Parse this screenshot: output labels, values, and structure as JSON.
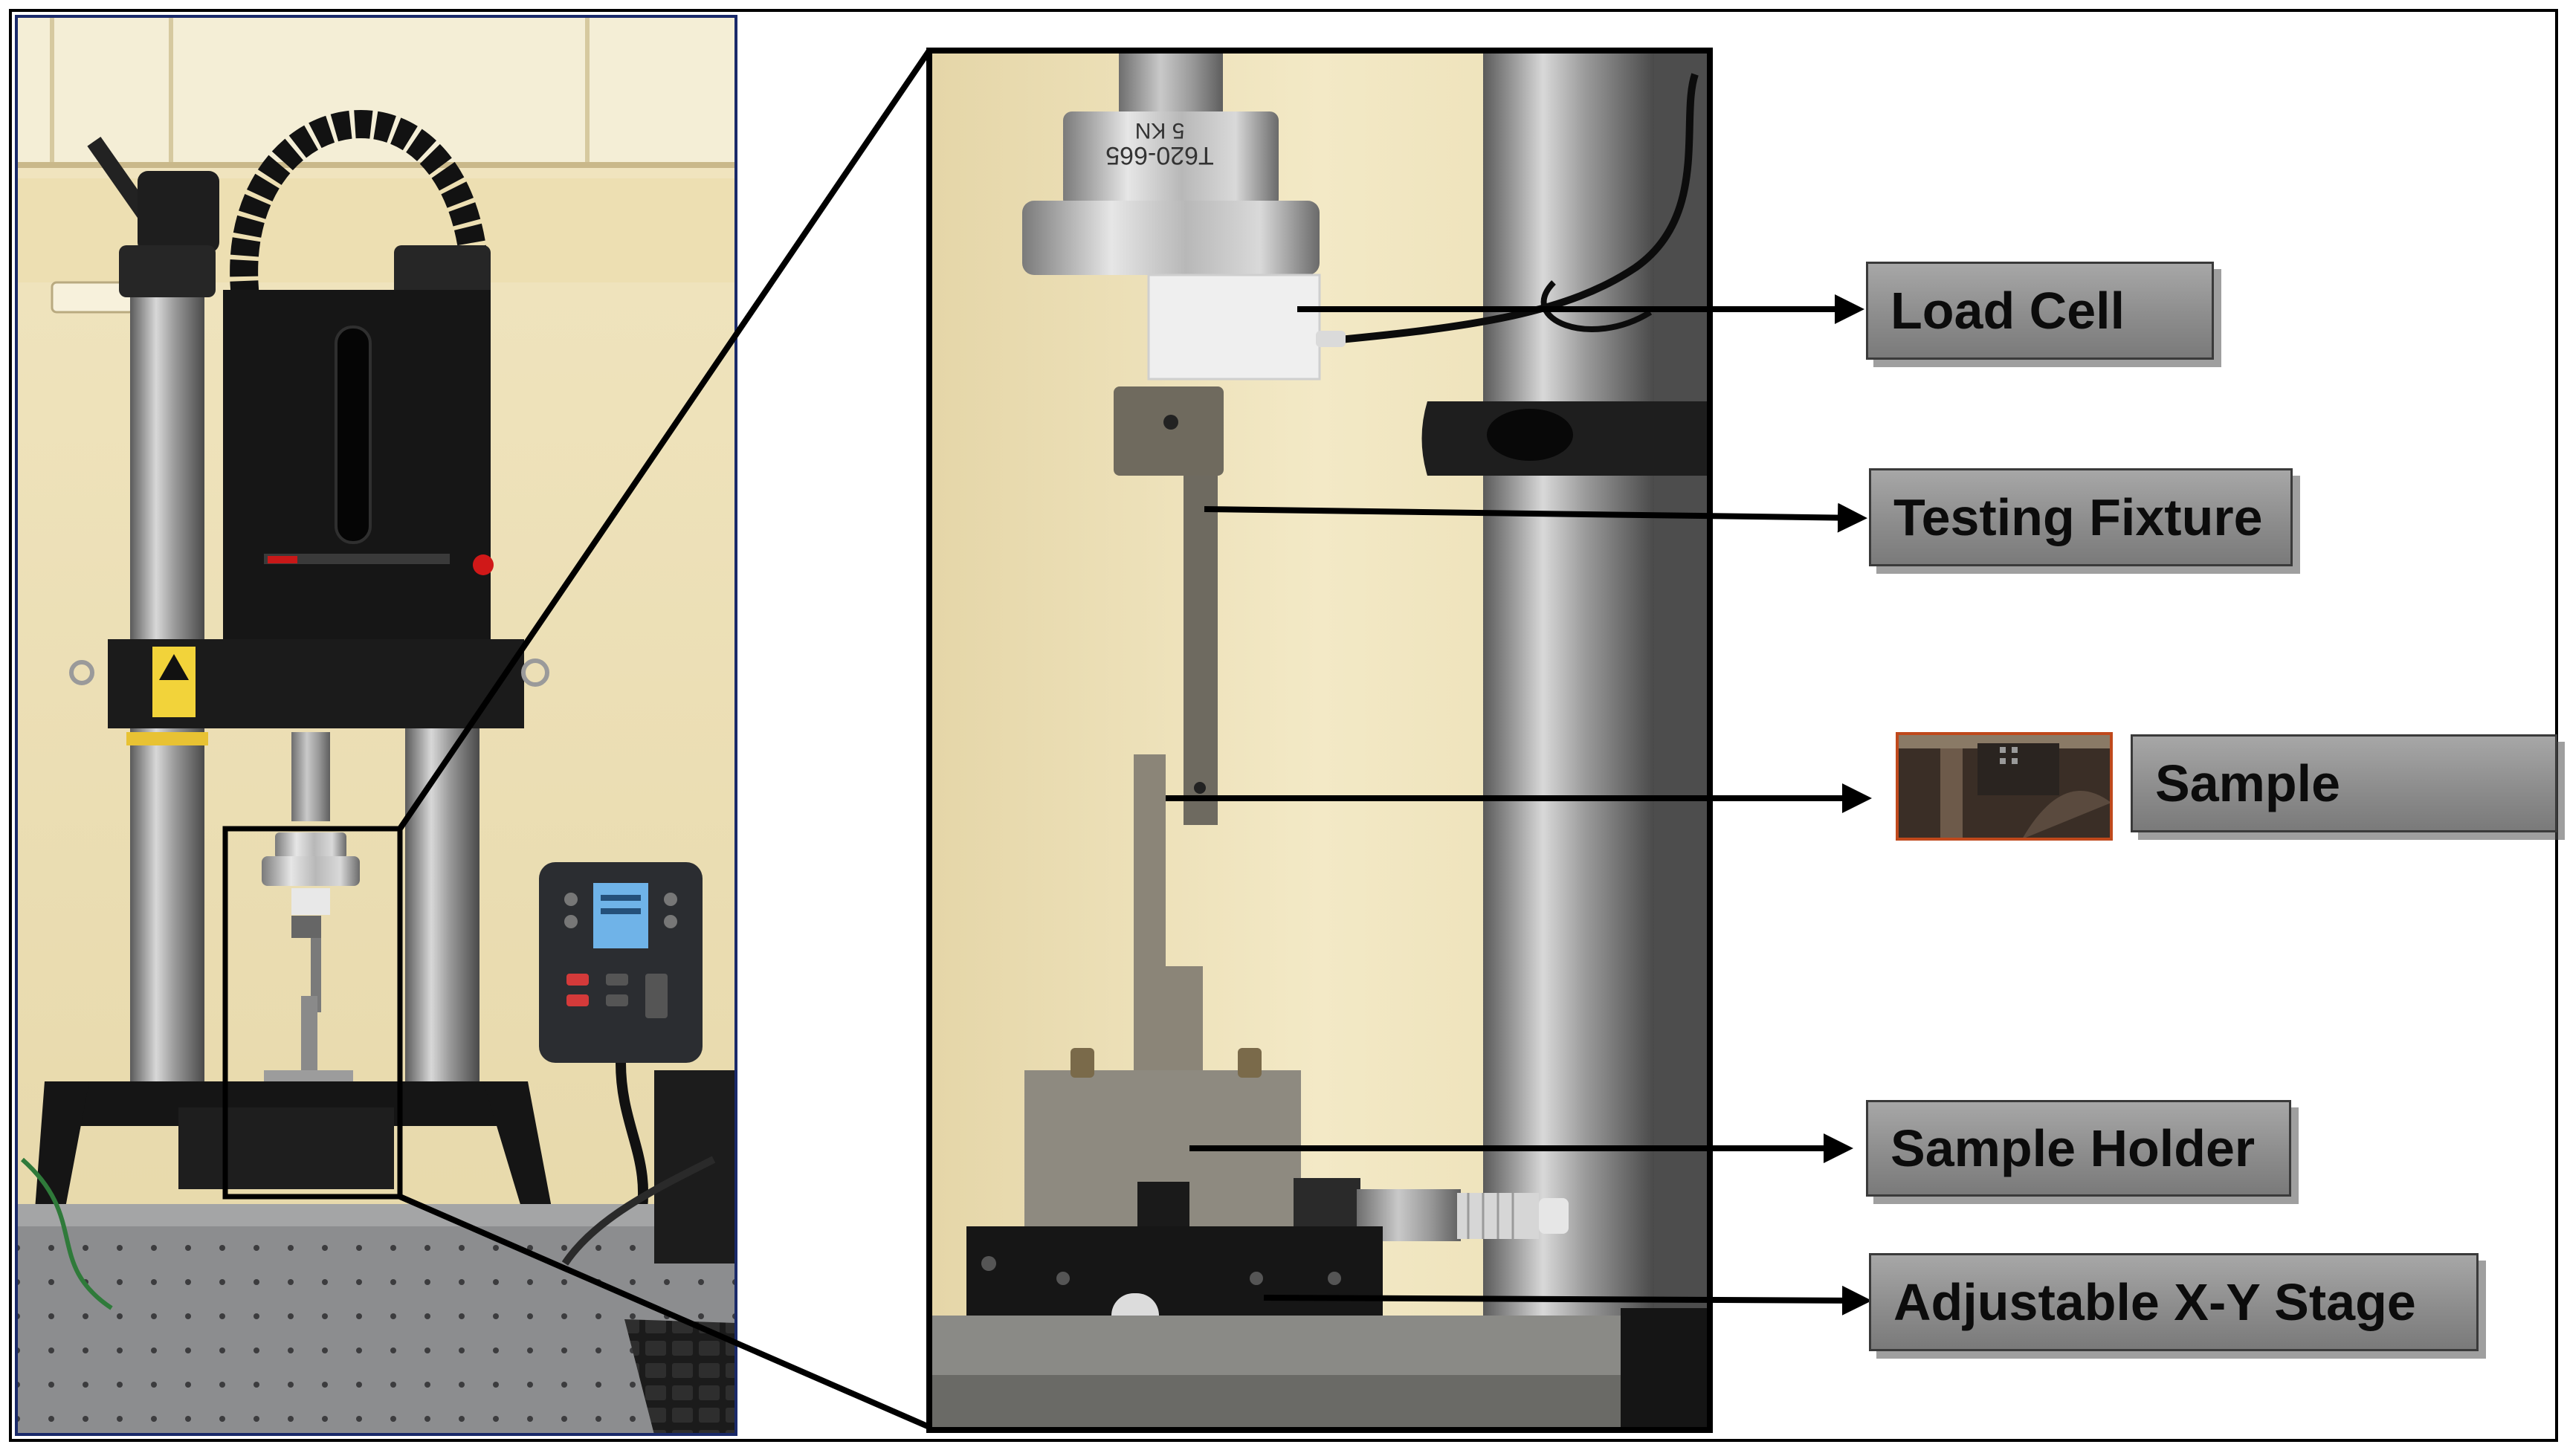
{
  "labels": {
    "load_cell": "Load Cell",
    "testing_fixture": "Testing Fixture",
    "sample": "Sample",
    "sample_holder": "Sample Holder",
    "stage": "Adjustable X-Y Stage"
  },
  "device_text": {
    "load_cell_model": "T620-665",
    "load_cell_rating": "5 KN"
  },
  "colors": {
    "wall": "#efe3b8",
    "frame": "#1a1a1a",
    "steel": "#8f8f8f",
    "label_fill": "#8f8f8f",
    "label_border": "#3a3a3a",
    "arrow": "#000000",
    "e_stop": "#d01818",
    "display_screen": "#6fb3e8"
  }
}
